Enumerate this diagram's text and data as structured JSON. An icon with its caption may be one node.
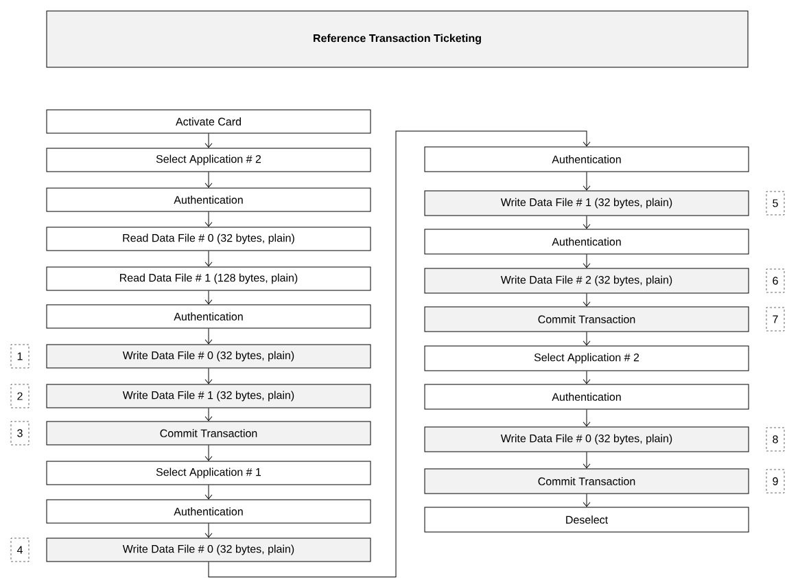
{
  "diagram": {
    "title": "Reference Transaction Ticketing",
    "nodes": [
      {
        "text": [
          "Activate Card"
        ]
      },
      {
        "text": [
          "Select Application # 2"
        ]
      },
      {
        "text": [
          "Authentication"
        ]
      },
      {
        "text": [
          "Read Data File # 0 (32 bytes, plain)"
        ]
      },
      {
        "text": [
          "Read Data File # 1 (128 bytes, plain)"
        ]
      },
      {
        "text": [
          "Authentication"
        ]
      },
      {
        "text": [
          "Write Data File # 0 (32 bytes, plain)"
        ],
        "beside": [
          "1"
        ]
      },
      {
        "text": [
          "Write Data File # 1 (32 bytes, plain)"
        ],
        "beside": [
          "2"
        ]
      },
      {
        "text": [
          "Commit Transaction"
        ],
        "beside": [
          "3"
        ]
      },
      {
        "text": [
          "Select Application # 1"
        ]
      },
      {
        "text": [
          "Authentication"
        ]
      },
      {
        "text": [
          "Write Data File # 0 (32 bytes, plain)"
        ],
        "beside": [
          "4"
        ]
      },
      {
        "text": [
          "Authentication"
        ]
      },
      {
        "text": [
          "Write Data File # 1 (32 bytes, plain)"
        ],
        "beside": [
          "5"
        ]
      },
      {
        "text": [
          "Authentication"
        ]
      },
      {
        "text": [
          "Write Data File # 2 (32 bytes, plain)"
        ],
        "beside": [
          "6"
        ]
      },
      {
        "text": [
          "Commit Transaction"
        ],
        "beside": [
          "7"
        ]
      },
      {
        "text": [
          "Select Application # 2"
        ]
      },
      {
        "text": [
          "Authentication"
        ]
      },
      {
        "text": [
          "Write Data File # 0 (32 bytes, plain)"
        ],
        "beside": [
          "8"
        ]
      },
      {
        "text": [
          "Commit Transaction"
        ],
        "beside": [
          "9"
        ]
      },
      {
        "text": [
          "Deselect"
        ]
      }
    ],
    "edges": [
      {
        "from": 0,
        "to": 1,
        "arrow": "to"
      },
      {
        "from": 1,
        "to": 2,
        "arrow": "to"
      },
      {
        "from": 2,
        "to": 3,
        "arrow": "to"
      },
      {
        "from": 3,
        "to": 4,
        "arrow": "to"
      },
      {
        "from": 4,
        "to": 5,
        "arrow": "to"
      },
      {
        "from": 5,
        "to": 6,
        "arrow": "to"
      },
      {
        "from": 6,
        "to": 7,
        "arrow": "to"
      },
      {
        "from": 7,
        "to": 8,
        "arrow": "to"
      },
      {
        "from": 8,
        "to": 9,
        "arrow": "to"
      },
      {
        "from": 9,
        "to": 10,
        "arrow": "to"
      },
      {
        "from": 10,
        "to": 11,
        "arrow": "to"
      },
      {
        "from": 11,
        "to": 12,
        "arrow": "to"
      },
      {
        "from": 12,
        "to": 13,
        "arrow": "to"
      },
      {
        "from": 13,
        "to": 14,
        "arrow": "to"
      },
      {
        "from": 14,
        "to": 15,
        "arrow": "to"
      },
      {
        "from": 15,
        "to": 16,
        "arrow": "to"
      },
      {
        "from": 16,
        "to": 17,
        "arrow": "to"
      },
      {
        "from": 17,
        "to": 18,
        "arrow": "to"
      },
      {
        "from": 18,
        "to": 19,
        "arrow": "to"
      },
      {
        "from": 19,
        "to": 20,
        "arrow": "to"
      },
      {
        "from": 20,
        "to": 21,
        "arrow": "to"
      }
    ]
  }
}
